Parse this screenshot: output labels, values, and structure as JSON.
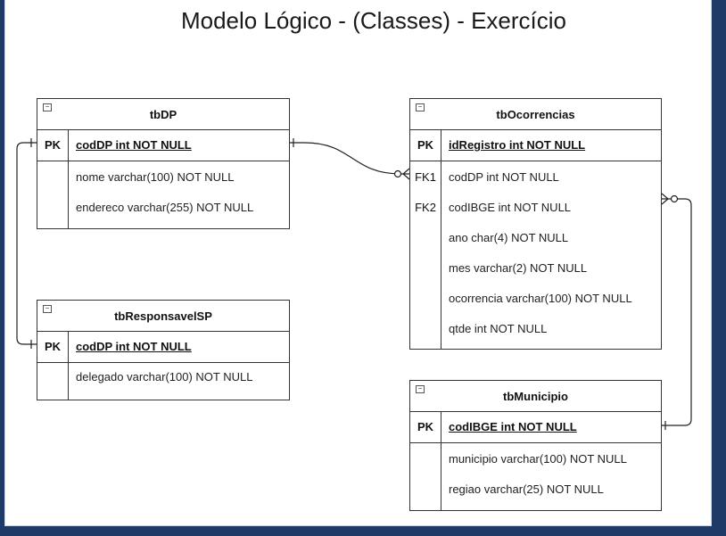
{
  "title": "Modelo Lógico - (Classes) - Exercício",
  "tables": {
    "tbDP": {
      "name": "tbDP",
      "pk_label": "PK",
      "pk_field": "codDP int NOT NULL",
      "attrs": [
        "nome varchar(100) NOT NULL",
        "endereco varchar(255) NOT NULL"
      ]
    },
    "tbResponsavelSP": {
      "name": "tbResponsavelSP",
      "pk_label": "PK",
      "pk_field": "codDP int NOT NULL",
      "attrs": [
        "delegado varchar(100) NOT NULL"
      ]
    },
    "tbOcorrencias": {
      "name": "tbOcorrencias",
      "pk_label": "PK",
      "pk_field": "idRegistro int NOT NULL",
      "fk1_label": "FK1",
      "fk2_label": "FK2",
      "attrs": [
        "codDP int NOT NULL",
        "codIBGE int NOT NULL",
        "ano char(4) NOT NULL",
        "mes varchar(2) NOT NULL",
        "ocorrencia varchar(100) NOT NULL",
        "qtde int NOT NULL"
      ]
    },
    "tbMunicipio": {
      "name": "tbMunicipio",
      "pk_label": "PK",
      "pk_field": "codIBGE int NOT NULL",
      "attrs": [
        "municipio varchar(100) NOT NULL",
        "regiao varchar(25) NOT NULL"
      ]
    }
  },
  "relationships": [
    {
      "from": "tbDP.codDP",
      "to": "tbOcorrencias.codDP",
      "from_card": "one",
      "to_card": "zero-or-many"
    },
    {
      "from": "tbMunicipio.codIBGE",
      "to": "tbOcorrencias.codIBGE",
      "from_card": "one",
      "to_card": "zero-or-many"
    },
    {
      "from": "tbDP.codDP",
      "to": "tbResponsavelSP.codDP",
      "from_card": "one",
      "to_card": "one"
    }
  ]
}
